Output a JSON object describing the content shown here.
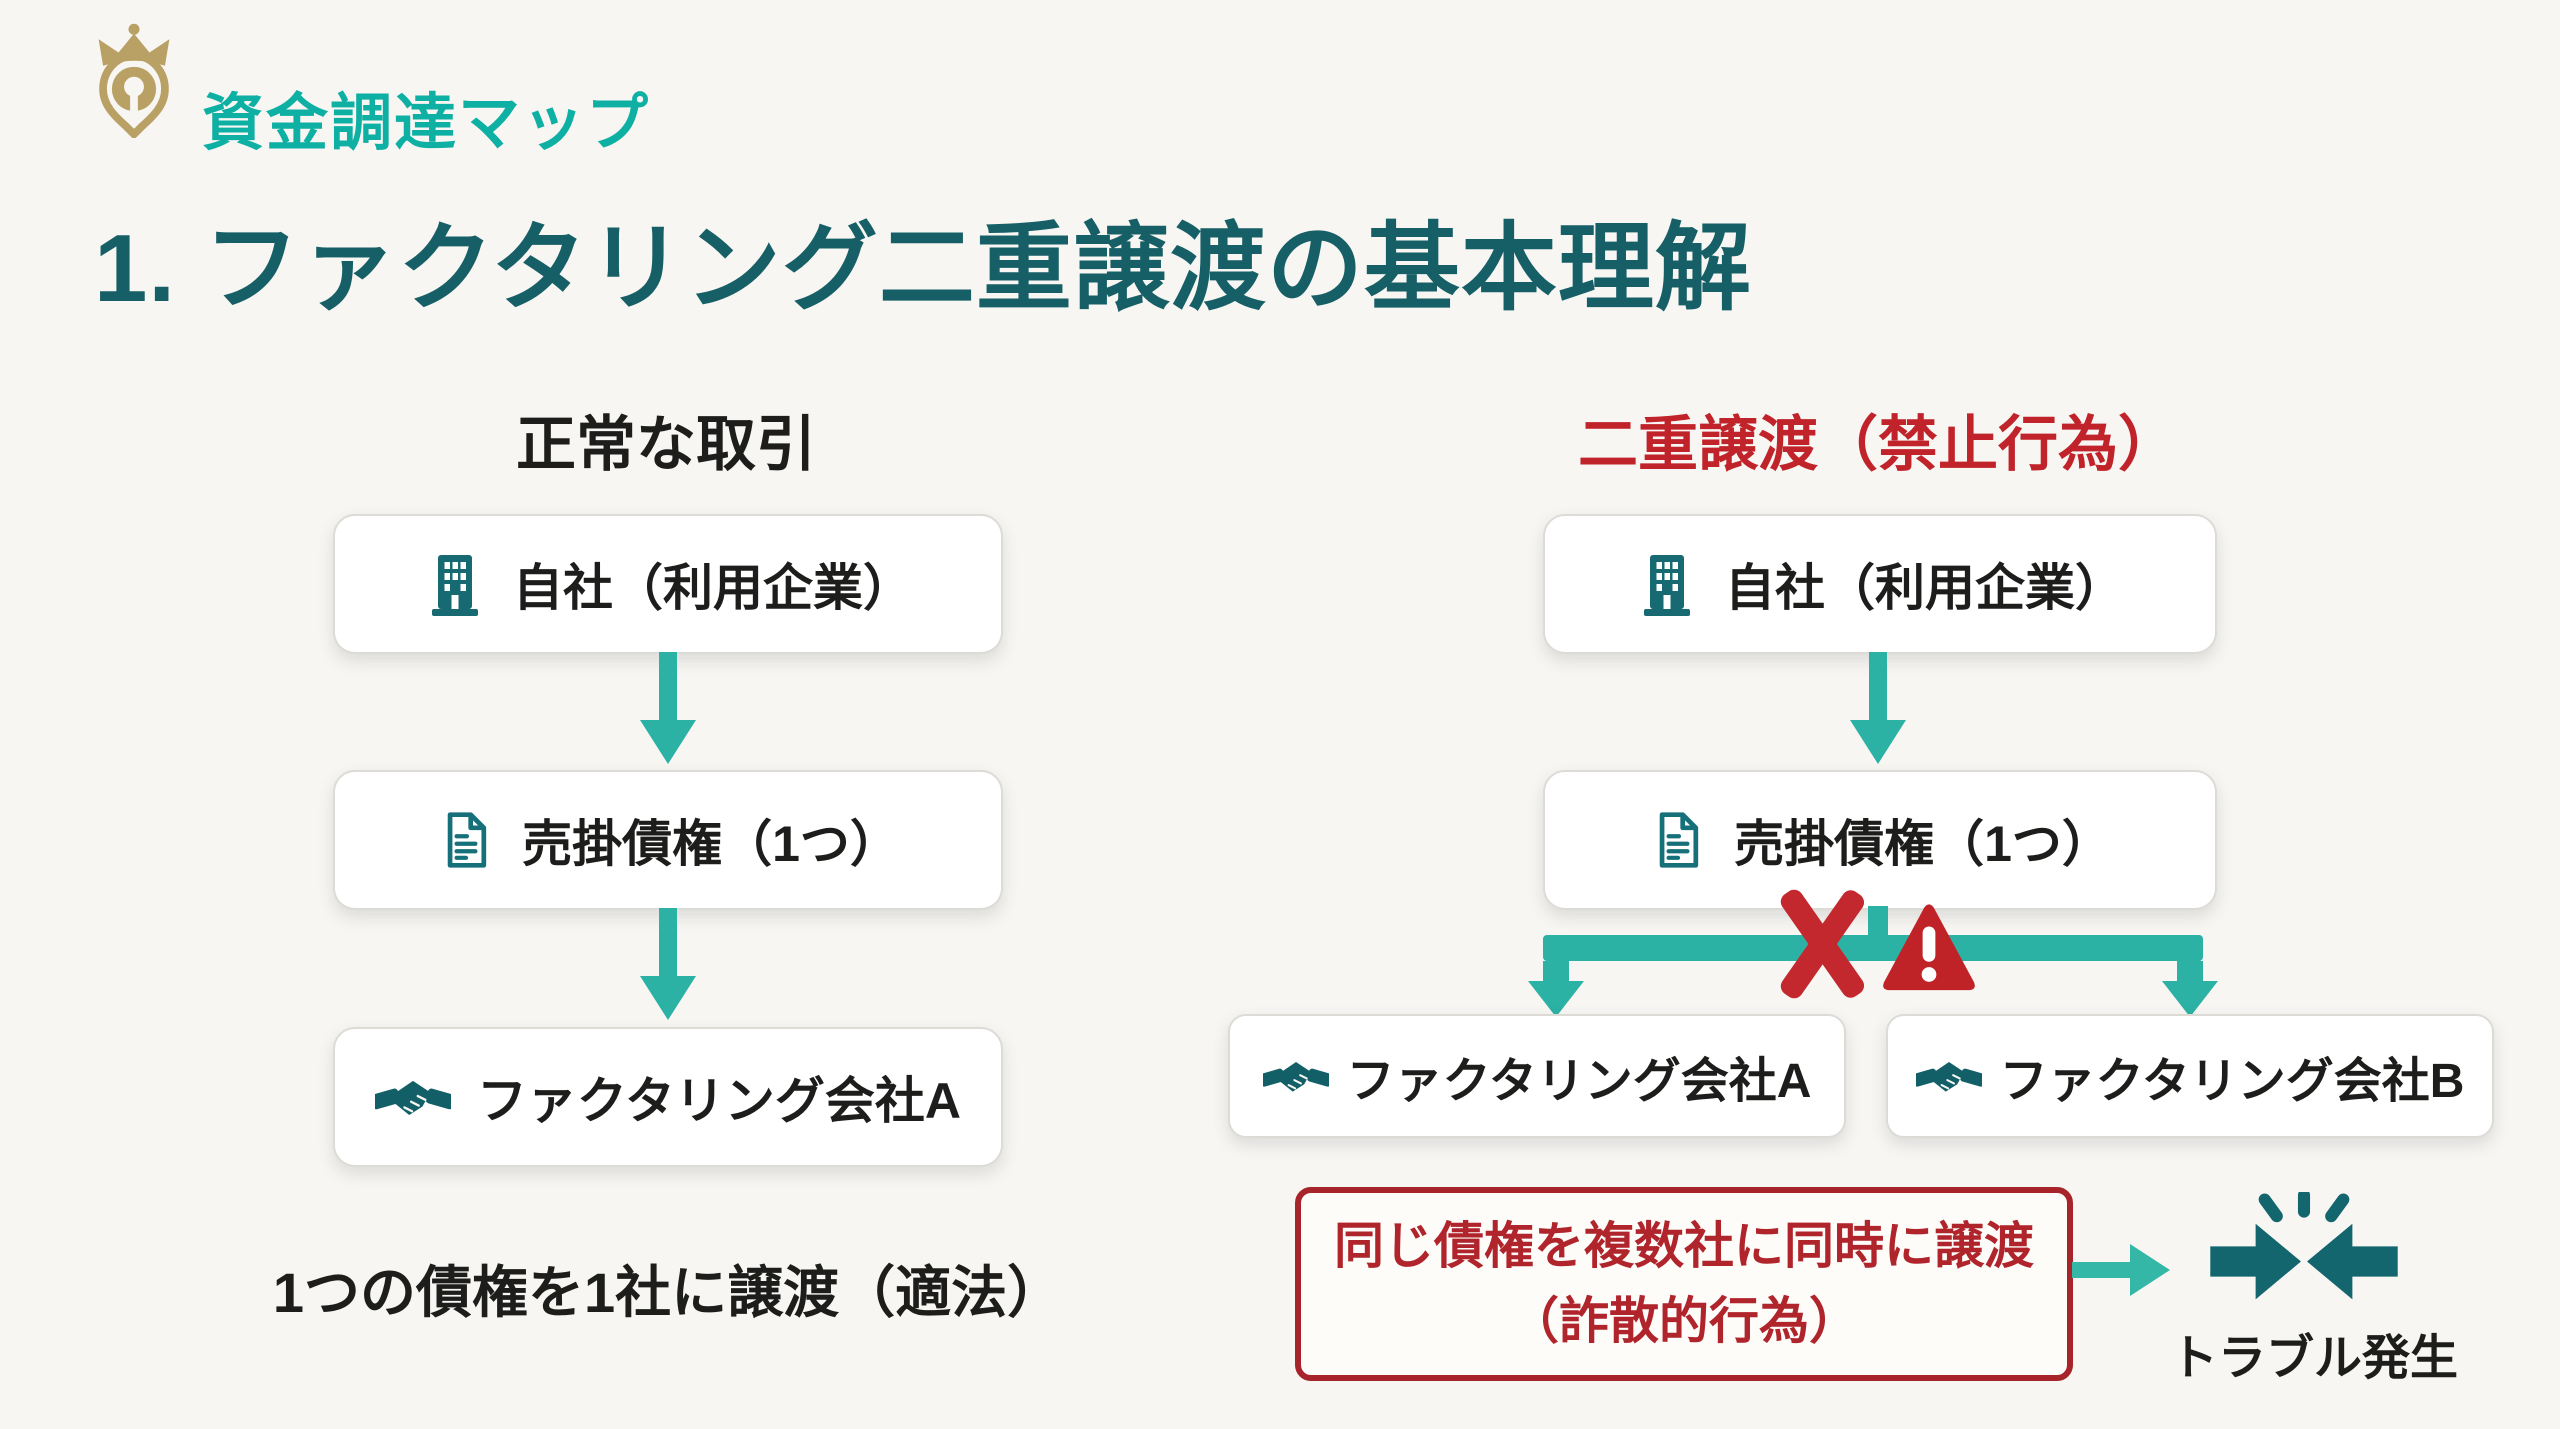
{
  "brand": {
    "name": "資金調達マップ"
  },
  "title": "1. ファクタリング二重譲渡の基本理解",
  "left_flow": {
    "header": "正常な取引",
    "nodes": [
      {
        "icon": "building-icon",
        "label": "自社（利用企業）"
      },
      {
        "icon": "document-icon",
        "label": "売掛債権（1つ）"
      },
      {
        "icon": "handshake-icon",
        "label": "ファクタリング会社A"
      }
    ],
    "caption": "1つの債権を1社に譲渡（適法）"
  },
  "right_flow": {
    "header": "二重譲渡（禁止行為）",
    "nodes": [
      {
        "icon": "building-icon",
        "label": "自社（利用企業）"
      },
      {
        "icon": "document-icon",
        "label": "売掛債権（1つ）"
      }
    ],
    "targets": [
      {
        "icon": "handshake-icon",
        "label": "ファクタリング会社A"
      },
      {
        "icon": "handshake-icon",
        "label": "ファクタリング会社B"
      }
    ],
    "warning_note": {
      "line1": "同じ債権を複数社に同時に譲渡",
      "line2": "（詐散的行為）"
    },
    "result": "トラブル発生"
  },
  "colors": {
    "background": "#f7f6f3",
    "arrow_teal": "#2bb2a4",
    "icon_teal": "#176a72",
    "title_teal": "#175f66",
    "logo_teal": "#0fb0a4",
    "logo_gold": "#b9a065",
    "danger_red": "#c0232a",
    "note_red": "#a7242b",
    "text_black": "#1d1d1c"
  }
}
